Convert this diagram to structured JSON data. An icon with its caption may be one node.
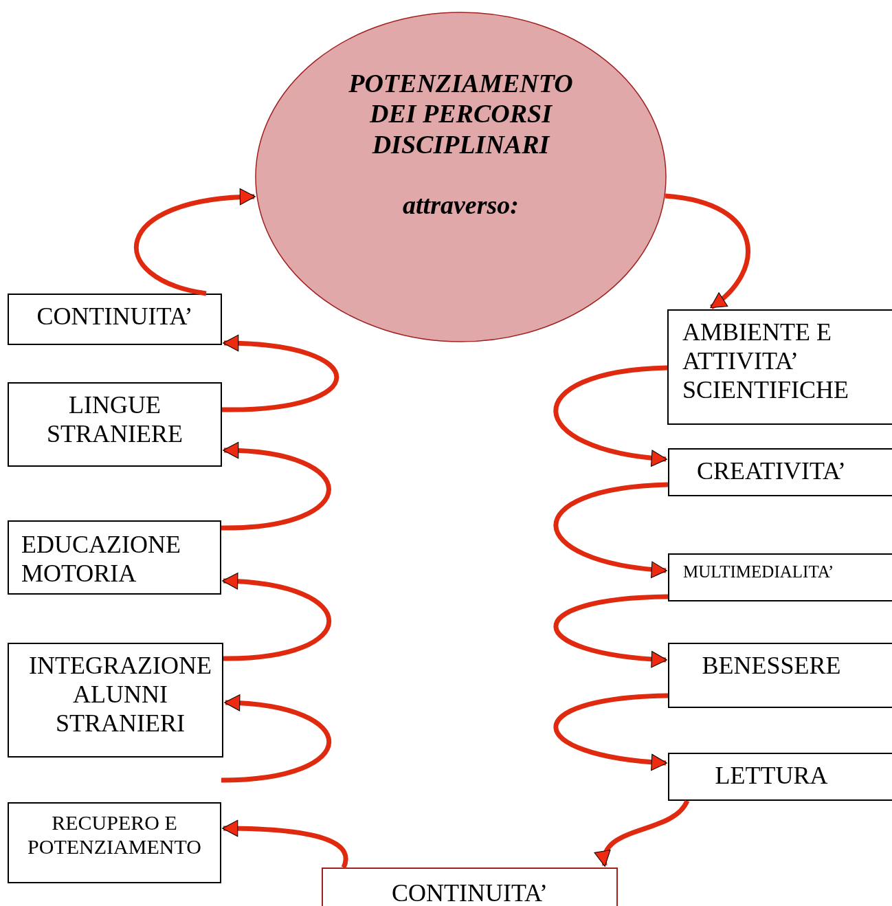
{
  "diagram": {
    "nodes": [
      {
        "text": [
          "POTENZIAMENTO DEI PERCORSI DISCIPLINARI",
          "attraverso:"
        ]
      },
      {
        "text": [
          "CONTINUITA’"
        ]
      },
      {
        "text": [
          "LINGUE STRANIERE"
        ]
      },
      {
        "text": [
          "EDUCAZIONE MOTORIA"
        ]
      },
      {
        "text": [
          "INTEGRAZIONE ALUNNI STRANIERI"
        ]
      },
      {
        "text": [
          "RECUPERO E POTENZIAMENTO"
        ]
      },
      {
        "text": [
          "AMBIENTE E ATTIVITA’ SCIENTIFICHE"
        ]
      },
      {
        "text": [
          "CREATIVITA’"
        ]
      },
      {
        "text": [
          "MULTIMEDIALITA’"
        ]
      },
      {
        "text": [
          "BENESSERE"
        ]
      },
      {
        "text": [
          "LETTURA"
        ]
      },
      {
        "text": [
          "CONTINUITA’"
        ]
      }
    ],
    "edges": [
      {
        "from": 1,
        "to": 0,
        "arrow": "to"
      },
      {
        "from": 2,
        "to": 1,
        "arrow": "to"
      },
      {
        "from": 3,
        "to": 2,
        "arrow": "to"
      },
      {
        "from": 4,
        "to": 3,
        "arrow": "to"
      },
      {
        "from": 5,
        "to": 4,
        "arrow": "to"
      },
      {
        "from": 11,
        "to": 5,
        "arrow": "to"
      },
      {
        "from": 0,
        "to": 6,
        "arrow": "to"
      },
      {
        "from": 6,
        "to": 7,
        "arrow": "to"
      },
      {
        "from": 7,
        "to": 8,
        "arrow": "to"
      },
      {
        "from": 8,
        "to": 9,
        "arrow": "to"
      },
      {
        "from": 9,
        "to": 10,
        "arrow": "to"
      },
      {
        "from": 10,
        "to": 11,
        "arrow": "to"
      }
    ]
  }
}
